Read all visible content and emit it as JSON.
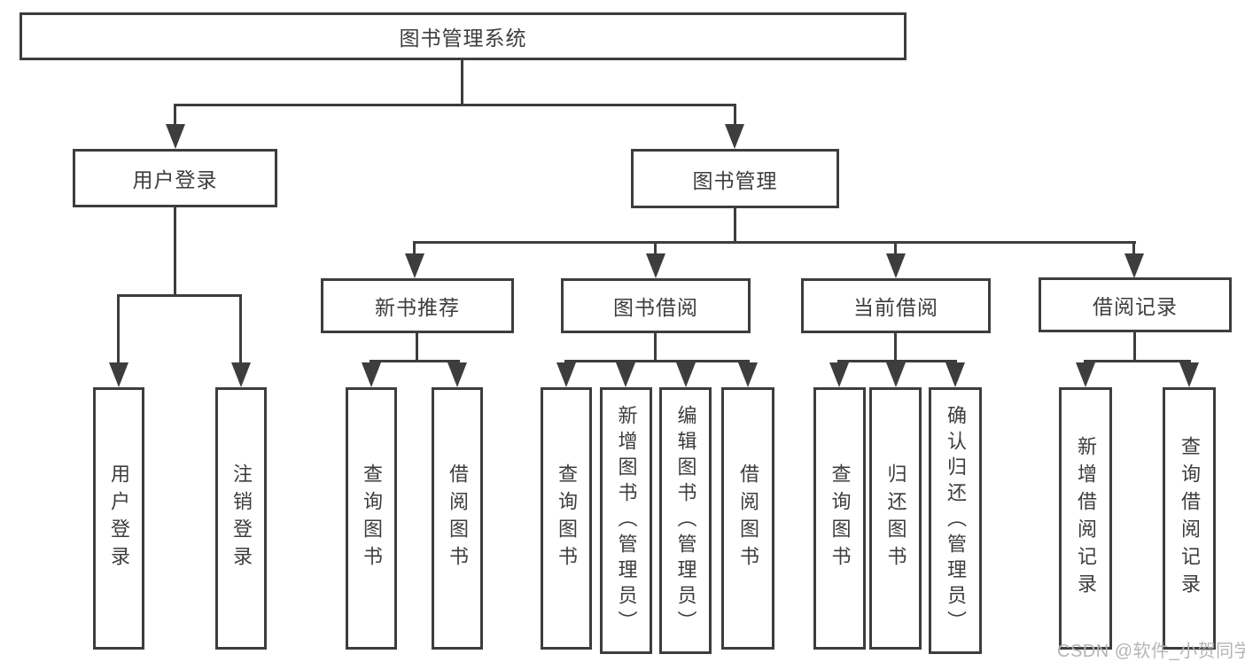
{
  "root": {
    "label": "图书管理系统"
  },
  "level2": {
    "user_login": {
      "label": "用户登录"
    },
    "book_mgmt": {
      "label": "图书管理"
    }
  },
  "level3": {
    "new_books": {
      "label": "新书推荐"
    },
    "book_borrow": {
      "label": "图书借阅"
    },
    "current_borrow": {
      "label": "当前借阅"
    },
    "borrow_records": {
      "label": "借阅记录"
    }
  },
  "leaves": {
    "user_login": {
      "label": "用户登录"
    },
    "logout": {
      "label": "注销登录"
    },
    "nb_query": {
      "label": "查询图书"
    },
    "nb_borrow": {
      "label": "借阅图书"
    },
    "bb_query": {
      "label": "查询图书"
    },
    "bb_add": {
      "label": "新增图书（管理员）"
    },
    "bb_edit": {
      "label": "编辑图书（管理员）"
    },
    "bb_borrow": {
      "label": "借阅图书"
    },
    "cb_query": {
      "label": "查询图书"
    },
    "cb_return": {
      "label": "归还图书"
    },
    "cb_confirm": {
      "label": "确认归还（管理员）"
    },
    "br_add": {
      "label": "新增借阅记录"
    },
    "br_query": {
      "label": "查询借阅记录"
    }
  },
  "watermark": {
    "label": "CSDN @软件_小贺同学"
  },
  "colors": {
    "line": "#3d3d3d",
    "text": "#3d3d3d",
    "watermark": "#b5b5b5",
    "background": "#ffffff"
  }
}
